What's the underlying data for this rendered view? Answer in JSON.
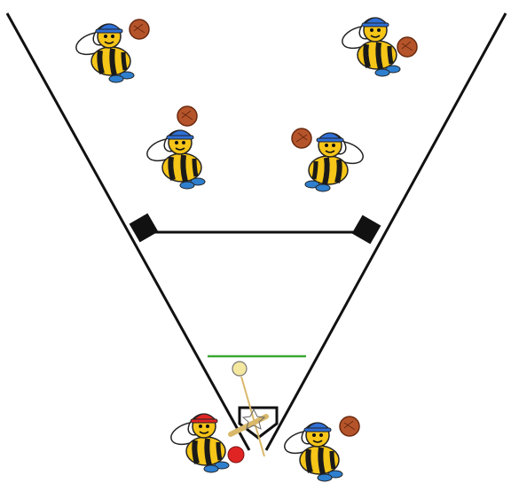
{
  "diagram": {
    "description_type": "baseball field with bee players",
    "colors": {
      "background": "#ffffff",
      "field_lines": "#111111",
      "bases": "#111111",
      "pitch_line": "#3aa832",
      "bee_yellow": "#f5c518",
      "bee_black": "#1a1a1a",
      "wing": "#ffffff",
      "cap_blue": "#2f6fd6",
      "cap_red": "#e02424",
      "glove": "#b5542a",
      "shoe": "#2f7fcf",
      "bat": "#d9b86a",
      "ball": "#f4e7a0"
    },
    "players": [
      {
        "role": "fielder-top-left",
        "cap": "blue",
        "glove": "right"
      },
      {
        "role": "fielder-top-right",
        "cap": "blue",
        "glove": "right"
      },
      {
        "role": "fielder-mid-left",
        "cap": "blue",
        "glove": "up"
      },
      {
        "role": "fielder-mid-right",
        "cap": "blue",
        "glove": "left"
      },
      {
        "role": "batter",
        "cap": "red",
        "holding": "bat"
      },
      {
        "role": "catcher",
        "cap": "blue",
        "glove": "up"
      }
    ],
    "icons": [
      "bee-icon",
      "baseball-icon",
      "bat-icon",
      "glove-icon",
      "home-plate-icon",
      "base-icon"
    ]
  }
}
